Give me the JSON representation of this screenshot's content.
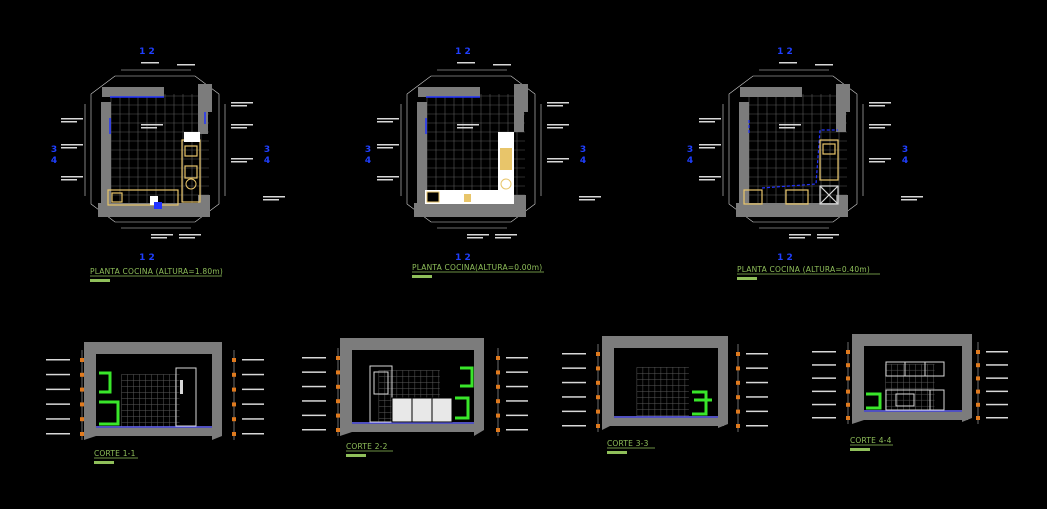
{
  "colors": {
    "background": "#000000",
    "wall": "#7c7c7c",
    "grid": "#5a5a5a",
    "dimension": "#d8d8d8",
    "axis_label": "#1f3fff",
    "title": "#8fbf5a",
    "cabinet": "#e8c56a",
    "appliance": "#ffffff",
    "blue_line": "#2233ff",
    "elevation_box": "#e07a1e",
    "elevation_green": "#39e62a",
    "floor_line": "#6a6aff"
  },
  "plans": [
    {
      "title": "PLANTA COCINA (ALTURA=1.80m)",
      "axis_top": "1 2",
      "axis_bottom": "1 2",
      "axis_left_top": "3",
      "axis_left_bottom": "4",
      "axis_right_top": "3",
      "axis_right_bottom": "4"
    },
    {
      "title": "PLANTA COCINA(ALTURA=0.00m)",
      "axis_top": "1 2",
      "axis_bottom": "1 2",
      "axis_left_top": "3",
      "axis_left_bottom": "4",
      "axis_right_top": "3",
      "axis_right_bottom": "4"
    },
    {
      "title": "PLANTA COCINA (ALTURA=0.40m)",
      "axis_top": "1 2",
      "axis_bottom": "1 2",
      "axis_left_top": "3",
      "axis_left_bottom": "4",
      "axis_right_top": "3",
      "axis_right_bottom": "4"
    }
  ],
  "sections": [
    {
      "title": "CORTE 1-1"
    },
    {
      "title": "CORTE 2-2"
    },
    {
      "title": "CORTE 3-3"
    },
    {
      "title": "CORTE 4-4"
    }
  ]
}
